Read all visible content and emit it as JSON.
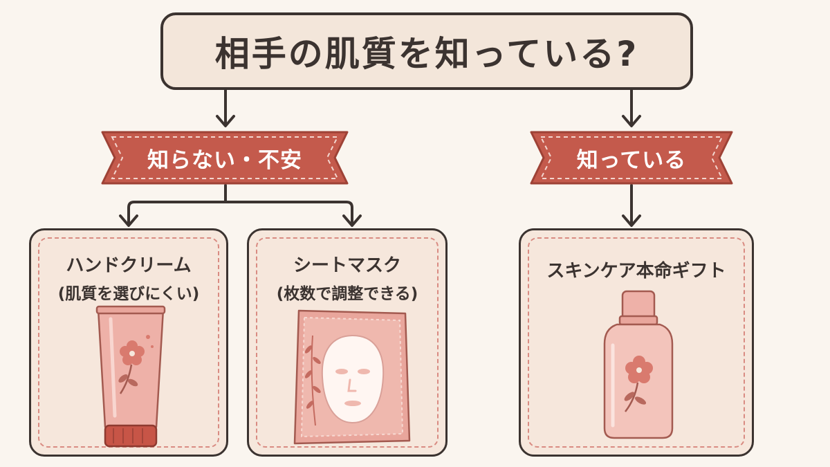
{
  "question": "相手の肌質を知っている?",
  "branches": {
    "left": {
      "label": "知らない・不安"
    },
    "right": {
      "label": "知っている"
    }
  },
  "cards": [
    {
      "title": "ハンドクリーム",
      "subtitle": "(肌質を選びにくい)",
      "icon": "hand-cream-tube-icon"
    },
    {
      "title": "シートマスク",
      "subtitle": "(枚数で調整できる)",
      "icon": "sheet-mask-icon"
    },
    {
      "title": "スキンケア本命ギフト",
      "subtitle": "",
      "icon": "skincare-bottle-icon"
    }
  ],
  "colors": {
    "background": "#faf5ef",
    "card_fill": "#f6e7dc",
    "ribbon": "#c45a4c",
    "ribbon_dark": "#9e4236",
    "outline": "#3b3330",
    "product_pink": "#eeb1a8",
    "cap_red": "#c75547"
  }
}
